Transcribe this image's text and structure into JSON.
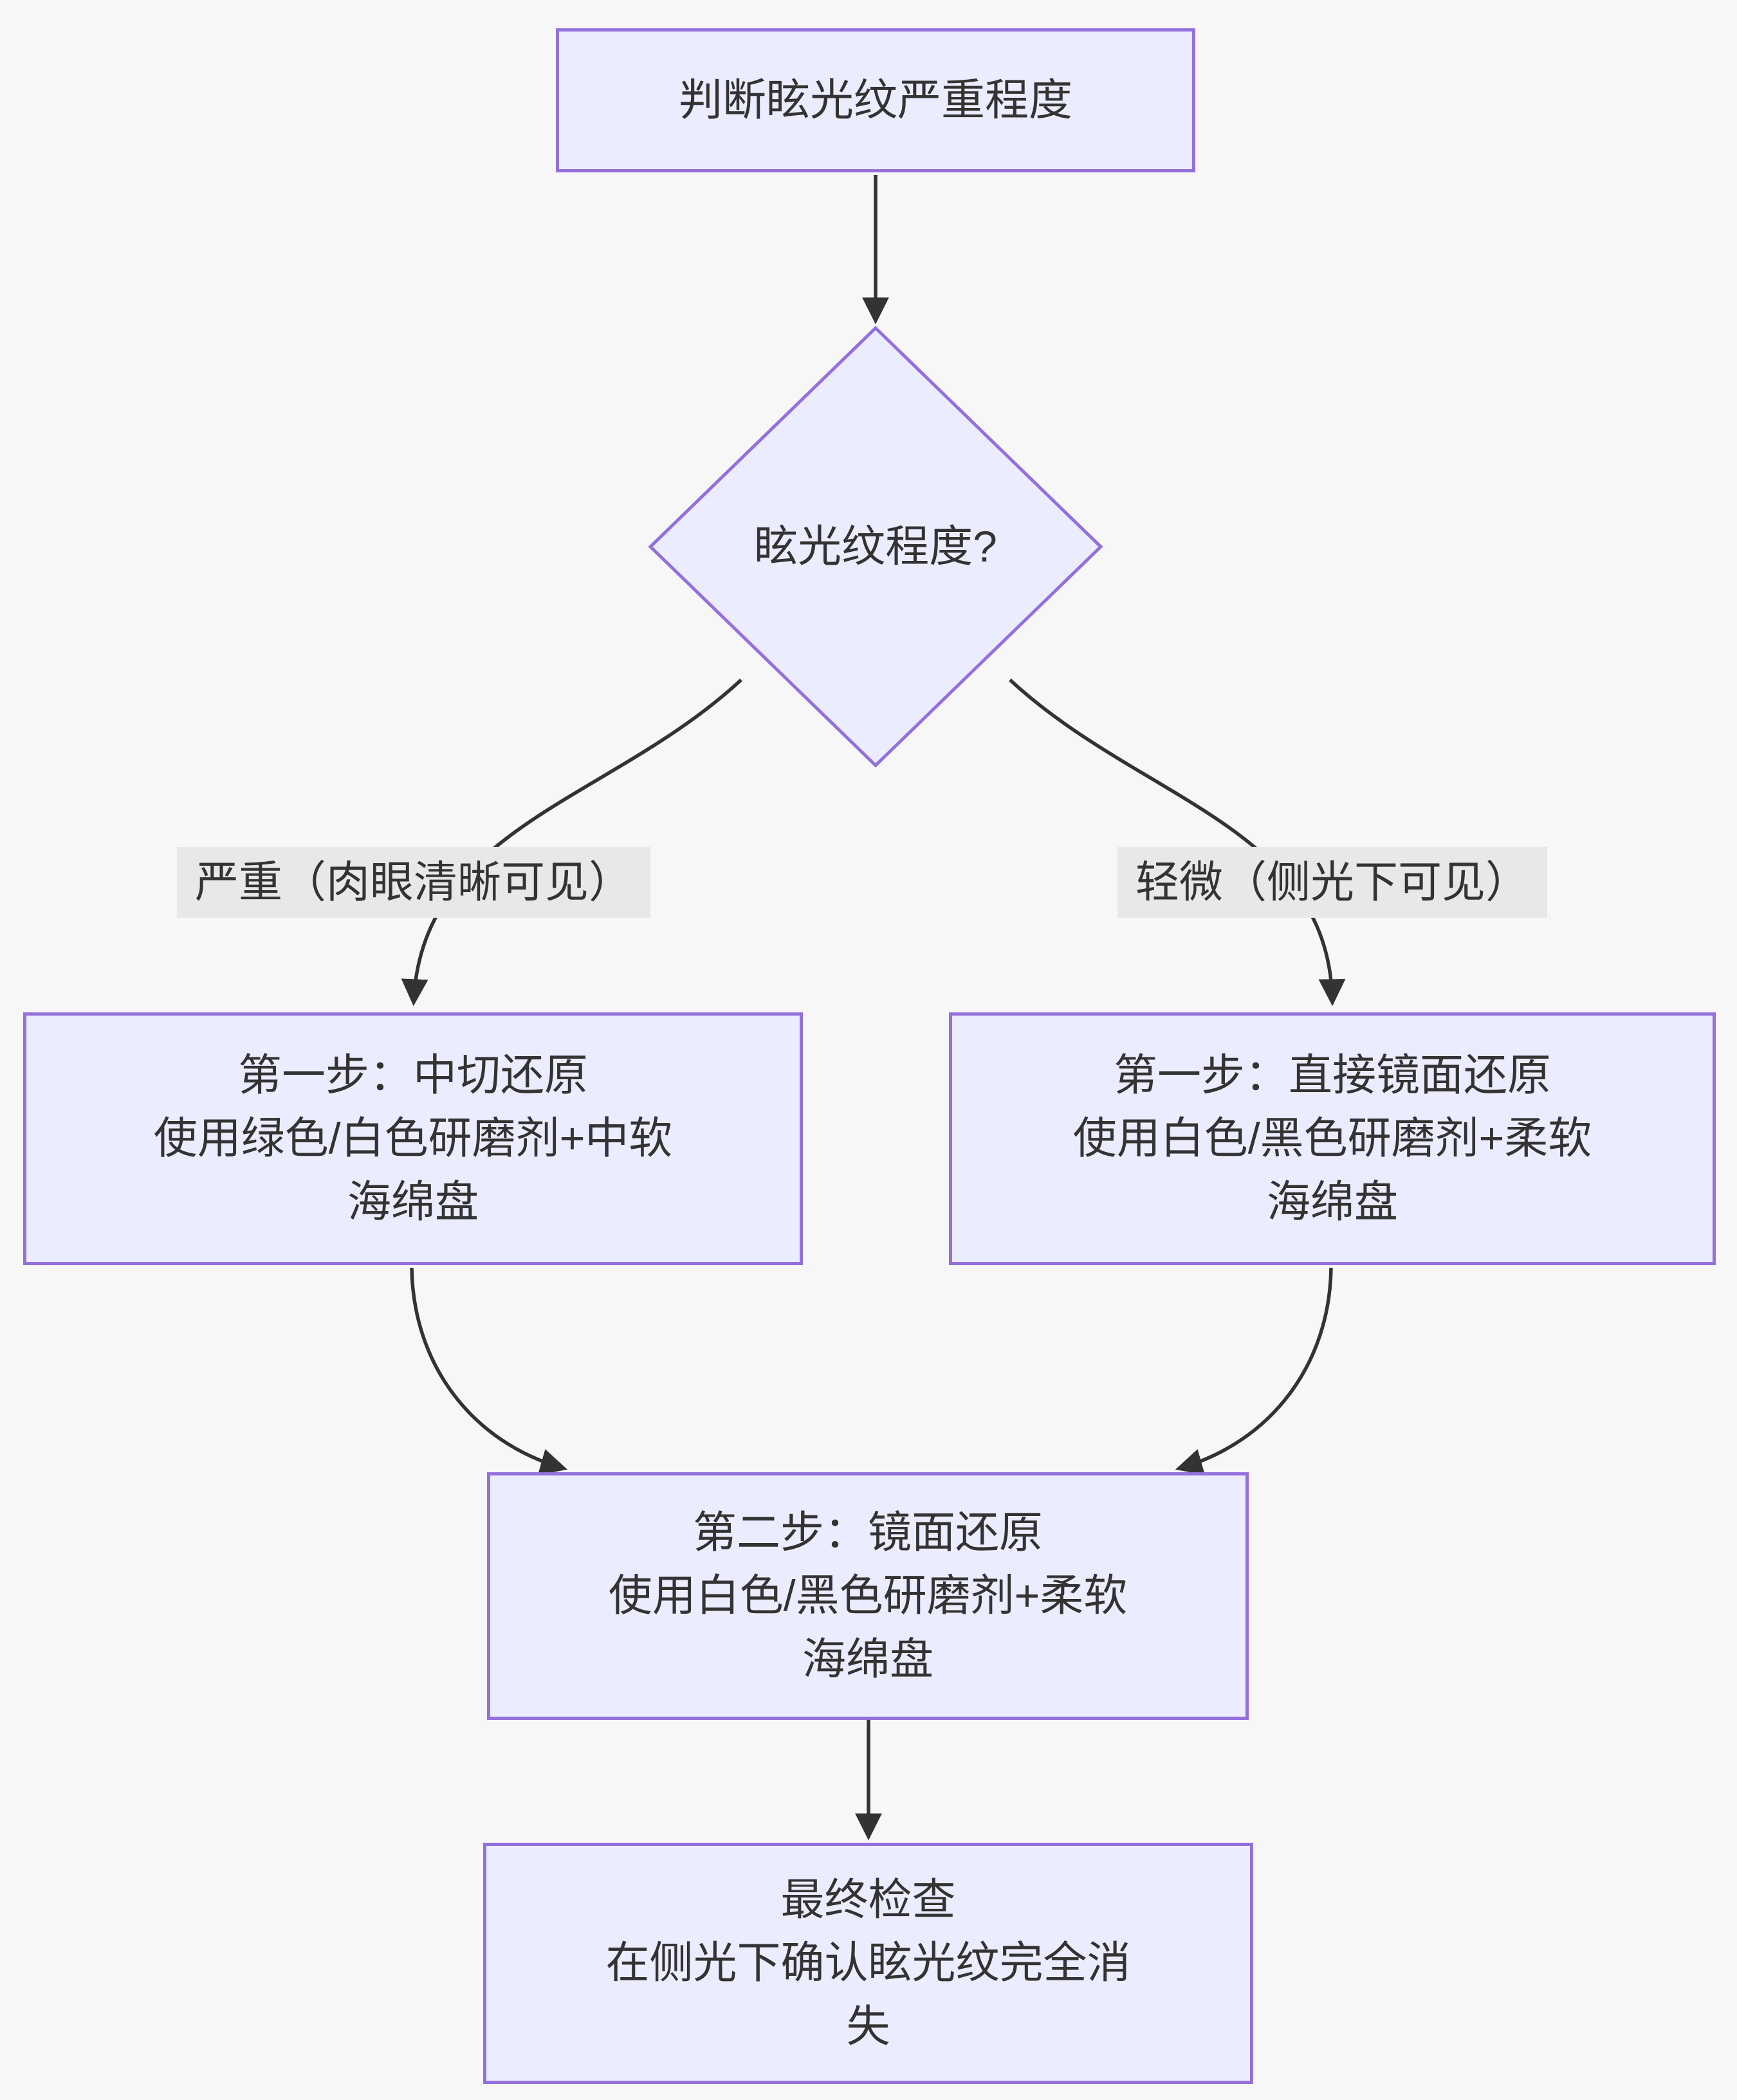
{
  "theme": {
    "background": "#f7f7f7",
    "node_fill": "#ECECFF",
    "node_border": "#9370DB",
    "text_color": "#333333",
    "edge_color": "#333333",
    "edge_label_bg": "#e8e8e8"
  },
  "nodes": {
    "start": {
      "lines": [
        "判断眩光纹严重程度"
      ]
    },
    "decision": {
      "lines": [
        "眩光纹程度?"
      ]
    },
    "step1_left": {
      "lines": [
        "第一步：中切还原",
        "使用绿色/白色研磨剂+中软",
        "海绵盘"
      ]
    },
    "step1_right": {
      "lines": [
        "第一步：直接镜面还原",
        "使用白色/黑色研磨剂+柔软",
        "海绵盘"
      ]
    },
    "step2_merge": {
      "lines": [
        "第二步：镜面还原",
        "使用白色/黑色研磨剂+柔软",
        "海绵盘"
      ]
    },
    "final_check": {
      "lines": [
        "最终检查",
        "在侧光下确认眩光纹完全消",
        "失"
      ]
    }
  },
  "edge_labels": {
    "severe": "严重（肉眼清晰可见）",
    "slight": "轻微（侧光下可见）"
  }
}
